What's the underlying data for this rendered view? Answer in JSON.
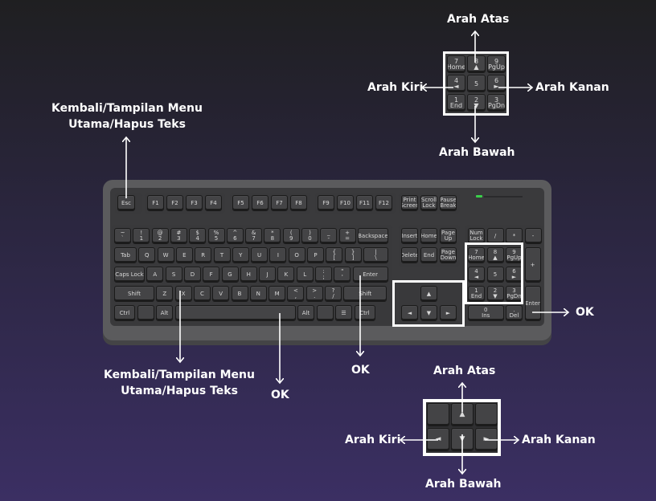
{
  "numpad_zoom": {
    "labels": {
      "up": "Arah Atas",
      "left": "Arah Kiri",
      "right": "Arah Kanan",
      "down": "Arah Bawah"
    },
    "keys": [
      {
        "top": "7",
        "sub": "Home"
      },
      {
        "top": "8",
        "sub": "▲"
      },
      {
        "top": "9",
        "sub": "PgUp"
      },
      {
        "top": "4",
        "sub": "◄"
      },
      {
        "top": "5",
        "sub": ""
      },
      {
        "top": "6",
        "sub": "►"
      },
      {
        "top": "1",
        "sub": "End"
      },
      {
        "top": "2",
        "sub": "▼"
      },
      {
        "top": "3",
        "sub": "PgDn"
      }
    ]
  },
  "esc_label": {
    "line1": "Kembali/Tampilan Menu",
    "line2": "Utama/Hapus Teks"
  },
  "backspace_label": {
    "line1": "Kembali/Tampilan Menu",
    "line2": "Utama/Hapus Teks"
  },
  "ok_labels": {
    "space": "OK",
    "enter": "OK",
    "numpad_enter": "OK"
  },
  "arrow_zoom": {
    "labels": {
      "up": "Arah Atas",
      "left": "Arah Kiri",
      "right": "Arah Kanan",
      "down": "Arah Bawah"
    }
  },
  "keyboard": {
    "esc": "Esc",
    "function_keys": [
      "F1",
      "F2",
      "F3",
      "F4",
      "F5",
      "F6",
      "F7",
      "F8",
      "F9",
      "F10",
      "F11",
      "F12"
    ],
    "system_keys": [
      "Print\nScreen",
      "Scroll\nLock",
      "Pause\nBreak"
    ],
    "number_row": [
      "~\n`",
      "!\n1",
      "@\n2",
      "#\n3",
      "$\n4",
      "%\n5",
      "^\n6",
      "&\n7",
      "*\n8",
      "(\n9",
      ")\n0",
      "_\n-",
      "+\n=",
      "Backspace"
    ],
    "tab_row": [
      "Tab",
      "Q",
      "W",
      "E",
      "R",
      "T",
      "Y",
      "U",
      "I",
      "O",
      "P",
      "{\n[",
      "}\n]",
      "|\n\\"
    ],
    "caps_row": [
      "Caps Lock",
      "A",
      "S",
      "D",
      "F",
      "G",
      "H",
      "J",
      "K",
      "L",
      ":\n;",
      "\"\n'",
      "Enter"
    ],
    "shift_row": [
      "Shift",
      "Z",
      "X",
      "C",
      "V",
      "B",
      "N",
      "M",
      "<\n,",
      ">\n.",
      "?\n/",
      "Shift"
    ],
    "bottom_row": [
      "Ctrl",
      "",
      "Alt",
      "",
      "Alt",
      "",
      "☰",
      "Ctrl"
    ],
    "nav_keys": [
      "Insert",
      "Home",
      "Page\nUp",
      "Delete",
      "End",
      "Page\nDown"
    ],
    "arrow_keys": {
      "up": "▲",
      "left": "◄",
      "down": "▼",
      "right": "►"
    },
    "numpad": {
      "row1": [
        "Num\nLock",
        "/",
        "*",
        "-"
      ],
      "row2": [
        "7\nHome",
        "8\n▲",
        "9\nPgUp"
      ],
      "row3": [
        "4\n◄",
        "5",
        "6\n►"
      ],
      "row4": [
        "1\nEnd",
        "2\n▼",
        "3\nPgDn"
      ],
      "zero": "0\nIns",
      "dot": ".\nDel",
      "plus": "+",
      "enter": "Enter"
    }
  },
  "colors": {
    "background_top": "#1f1f21",
    "background_bottom": "#3b2f63",
    "keyboard_body": "#5b5b5d",
    "key": "#2a2a2c",
    "highlight": "#ffffff",
    "led": "#3ad04a"
  }
}
